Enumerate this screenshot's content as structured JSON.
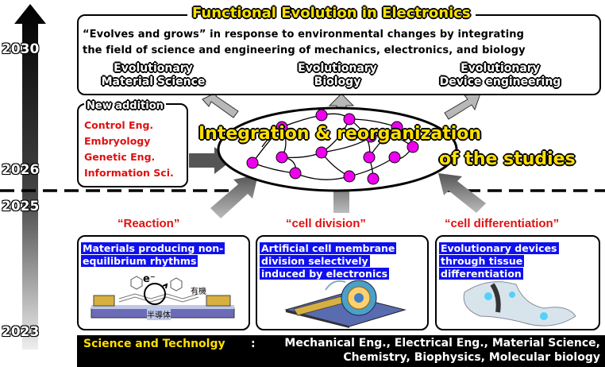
{
  "years": {
    "y2030": "2030",
    "y2026": "2026",
    "y2025": "2025",
    "y2023": "2023"
  },
  "top": {
    "title": "Functional Evolution in Electronics",
    "line1": "“Evolves and grows” in response to environmental changes by integrating",
    "line2": "the field of science and engineering of mechanics, electronics, and biology",
    "fields": [
      {
        "l1": "Evolutionary",
        "l2": "Material Science"
      },
      {
        "l1": "Evolutionary",
        "l2": "Biology"
      },
      {
        "l1": "Evolutionary",
        "l2": "Device engineering"
      }
    ]
  },
  "new_addition": {
    "title": "New addition",
    "items": [
      "Control Eng.",
      "Embryology",
      "Genetic Eng.",
      "Information Sci."
    ]
  },
  "integration": {
    "line1": "Integration & reorganization",
    "line2": "of the studies"
  },
  "sections": [
    {
      "title": "“Reaction”",
      "label": "Materials producing non-equilibrium rhythms",
      "img_e": "e⁻",
      "img_org": "有機",
      "img_semi": "半導体"
    },
    {
      "title": "“cell division”",
      "label": "Artificial cell membrane division selectively induced by electronics"
    },
    {
      "title": "“cell differentiation”",
      "label": "Evolutionary devices through tissue differentiation"
    }
  ],
  "bottom": {
    "label": "Science and Technolgy",
    "sep": ":",
    "line1": "Mechanical Eng., Electrical Eng., Material Science,",
    "line2": "Chemistry, Biophysics, Molecular biology"
  },
  "colors": {
    "accent_red": "#e01010",
    "label_blue": "#1010ee",
    "node_magenta": "#ee00ee",
    "title_yellow": "#ffe000"
  }
}
